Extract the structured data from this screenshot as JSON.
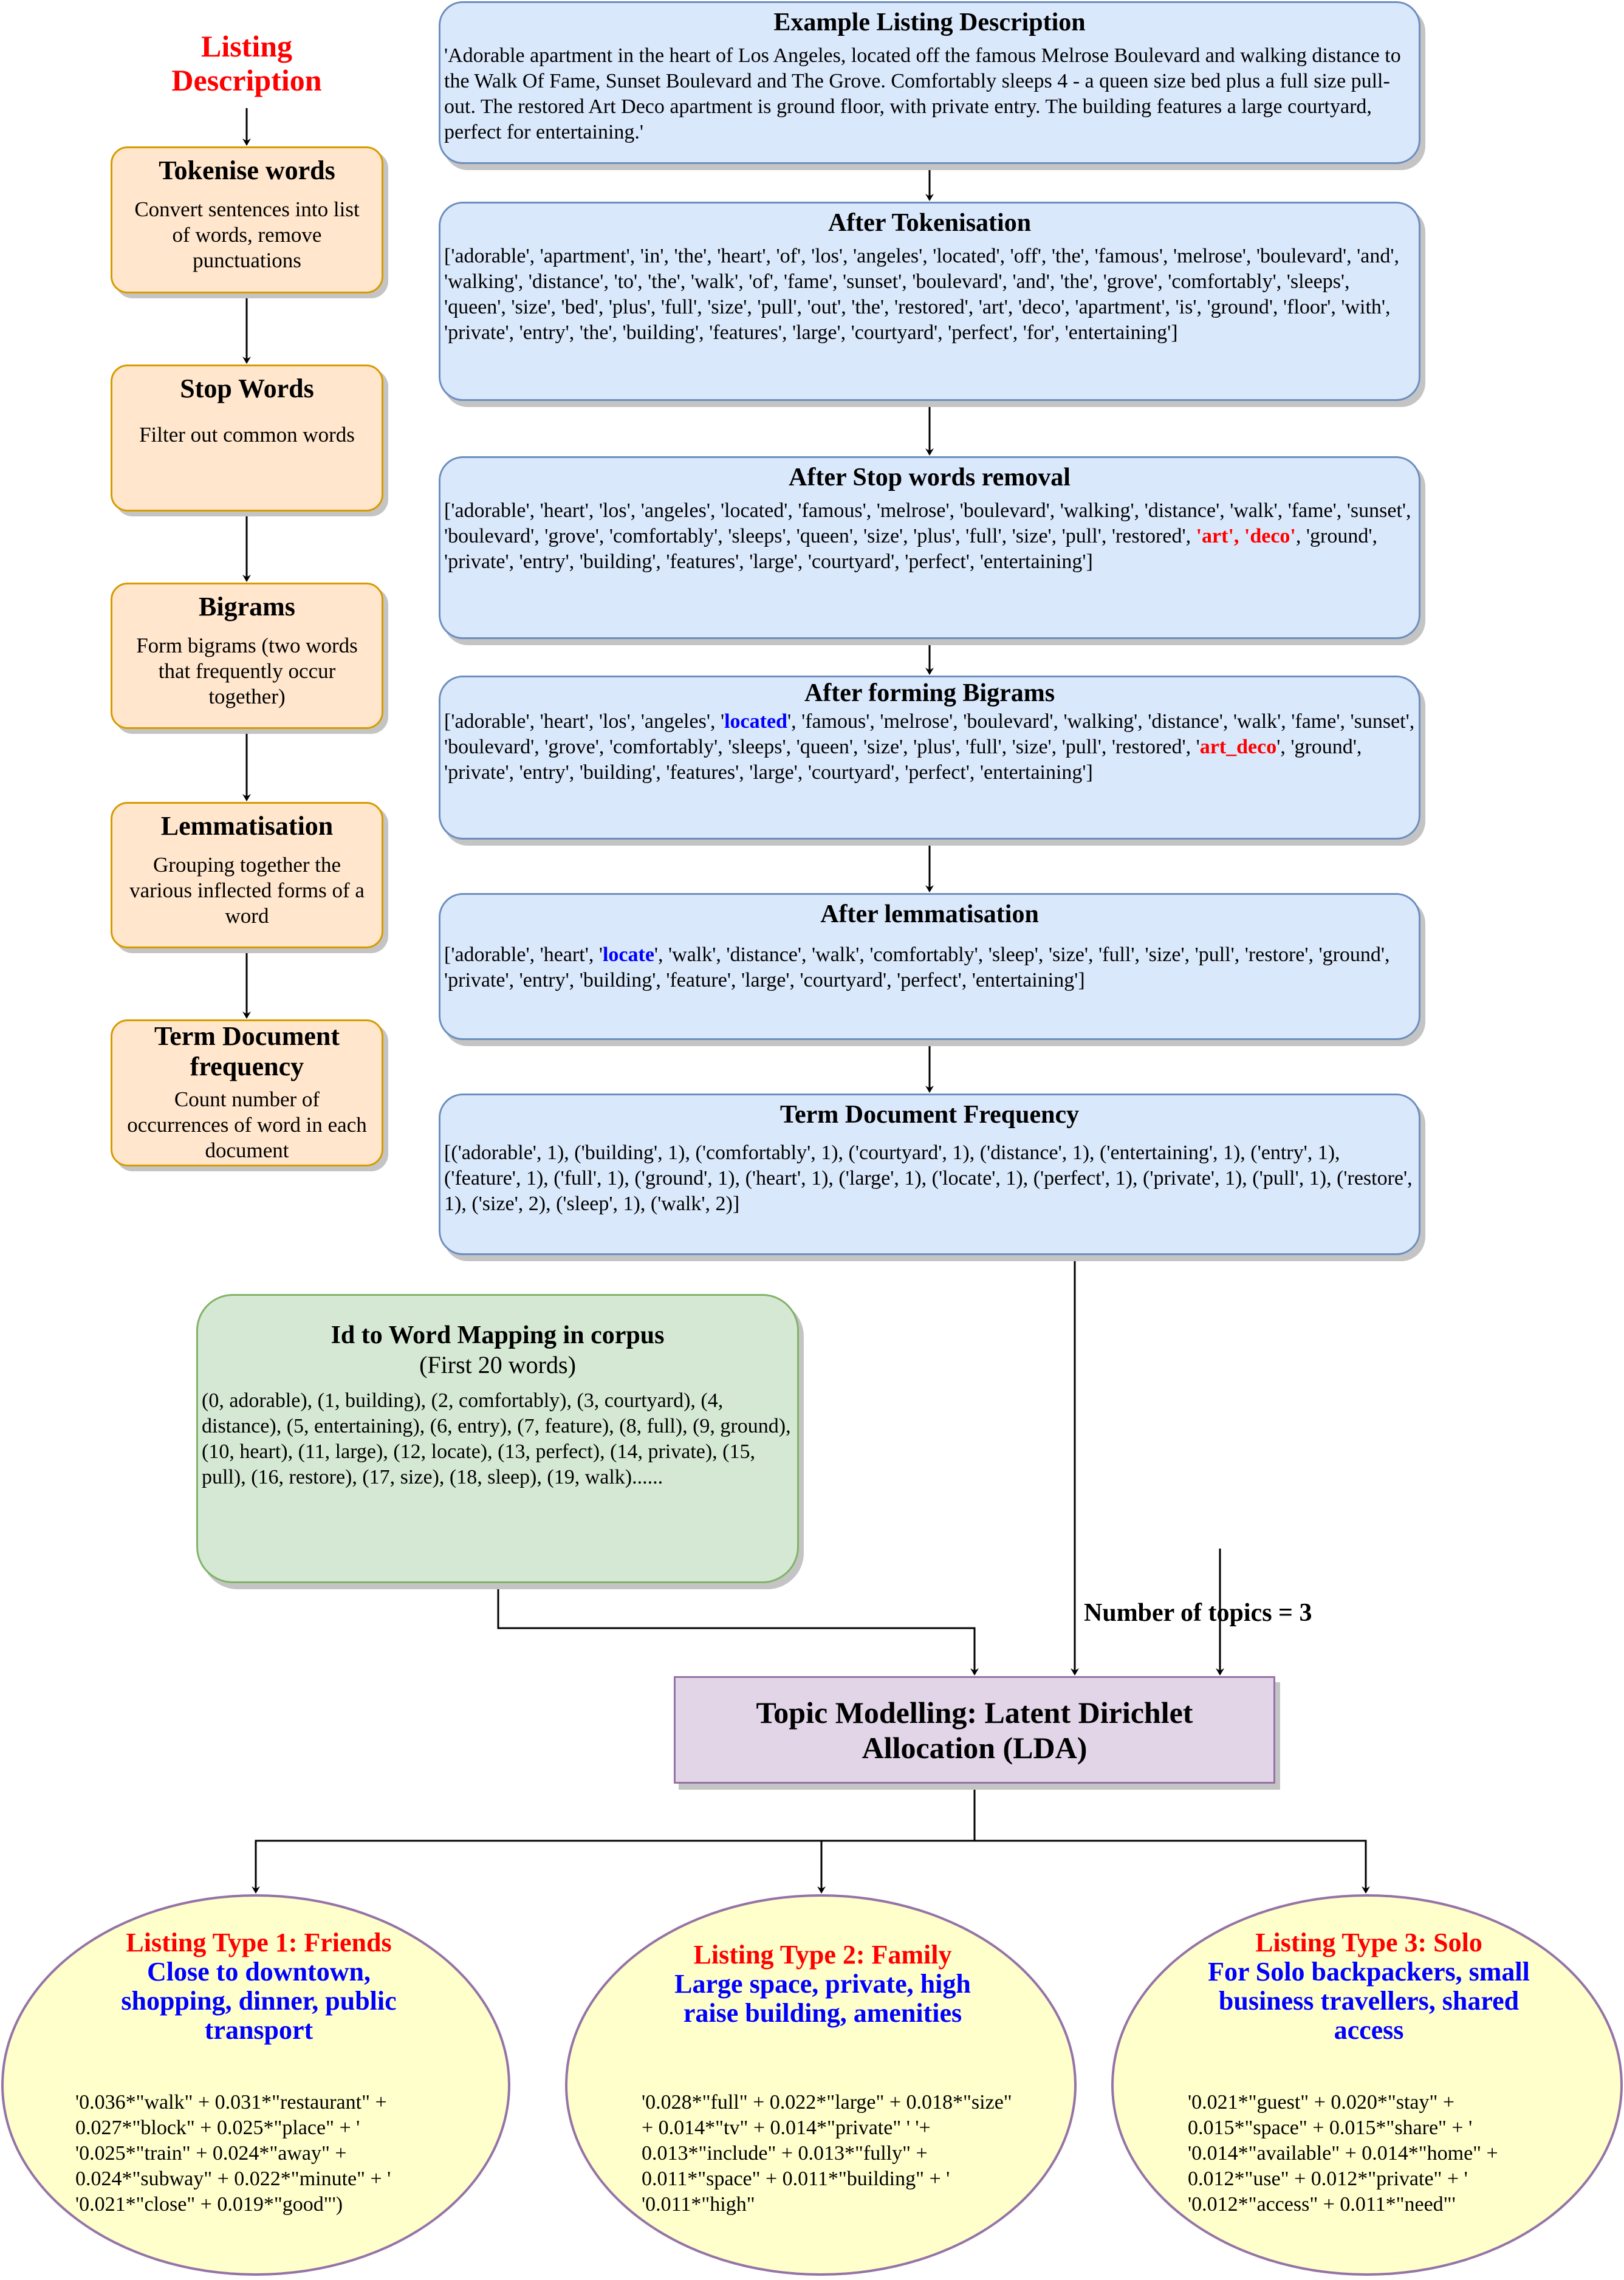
{
  "pipeline_title": "Listing Description",
  "steps": [
    {
      "title": "Tokenise words",
      "desc": "Convert sentences into list of words, remove punctuations"
    },
    {
      "title": "Stop Words",
      "desc": "Filter out common words"
    },
    {
      "title": "Bigrams",
      "desc": "Form bigrams (two words that frequently occur together)"
    },
    {
      "title": "Lemmatisation",
      "desc": "Grouping together the various inflected forms of a word"
    },
    {
      "title": "Term Document frequency",
      "desc": "Count number of occurrences of word in each document"
    }
  ],
  "example": {
    "title": "Example Listing Description",
    "text": "'Adorable apartment in the heart of Los Angeles, located off the famous Melrose Boulevard and walking distance to the Walk Of Fame, Sunset Boulevard and The Grove.  Comfortably sleeps 4 - a queen size bed plus a full size pull-out. The restored Art Deco apartment is ground floor, with private entry. The building features a large courtyard, perfect for entertaining.'"
  },
  "tokenisation": {
    "title": "After Tokenisation",
    "text": "['adorable', 'apartment', 'in', 'the', 'heart', 'of', 'los', 'angeles', 'located', 'off', 'the', 'famous', 'melrose', 'boulevard', 'and', 'walking', 'distance', 'to', 'the', 'walk', 'of', 'fame', 'sunset', 'boulevard', 'and', 'the', 'grove', 'comfortably', 'sleeps', 'queen', 'size', 'bed', 'plus', 'full', 'size', 'pull', 'out', 'the', 'restored', 'art', 'deco', 'apartment', 'is', 'ground', 'floor', 'with', 'private', 'entry', 'the', 'building', 'features', 'large', 'courtyard', 'perfect', 'for', 'entertaining']"
  },
  "stopwords": {
    "title": "After Stop words removal",
    "text_before": "['adorable', 'heart', 'los', 'angeles', 'located', 'famous', 'melrose', 'boulevard', 'walking', 'distance', 'walk', 'fame', 'sunset', 'boulevard', 'grove', 'comfortably', 'sleeps', 'queen', 'size', 'plus', 'full', 'size', 'pull', 'restored', ",
    "highlight": "'art', 'deco'",
    "text_after": ", 'ground', 'private', 'entry', 'building', 'features', 'large', 'courtyard', 'perfect', 'entertaining']"
  },
  "bigrams": {
    "title": "After forming Bigrams",
    "text_1": "['adorable', 'heart', 'los', 'angeles', '",
    "highlight_blue": "located",
    "text_2": "', 'famous', 'melrose', 'boulevard', 'walking', 'distance', 'walk', 'fame', 'sunset', 'boulevard', 'grove', 'comfortably', 'sleeps', 'queen', 'size', 'plus', 'full', 'size', 'pull', 'restored', '",
    "highlight_red": "art_deco",
    "text_3": "', 'ground', 'private', 'entry', 'building', 'features', 'large', 'courtyard', 'perfect', 'entertaining']"
  },
  "lemmatisation": {
    "title": "After lemmatisation",
    "text_1": "['adorable', 'heart', '",
    "highlight_blue": "locate",
    "text_2": "', 'walk', 'distance', 'walk', 'comfortably', 'sleep', 'size', 'full', 'size', 'pull', 'restore', 'ground', 'private', 'entry', 'building', 'feature', 'large', 'courtyard', 'perfect', 'entertaining']"
  },
  "tdf": {
    "title": "Term Document Frequency",
    "text": "[('adorable', 1), ('building', 1), ('comfortably', 1), ('courtyard', 1), ('distance', 1), ('entertaining', 1), ('entry', 1), ('feature', 1), ('full', 1), ('ground', 1), ('heart', 1), ('large', 1), ('locate', 1), ('perfect', 1), ('private', 1), ('pull', 1), ('restore', 1), ('size', 2), ('sleep', 1), ('walk', 2)]"
  },
  "id_map": {
    "title": "Id to Word Mapping in corpus",
    "subtitle": "(First 20 words)",
    "text": "(0, adorable), (1, building), (2, comfortably), (3, courtyard), (4, distance), (5, entertaining), (6, entry), (7, feature), (8, full), (9, ground), (10, heart), (11, large), (12, locate), (13, perfect), (14, private), (15, pull), (16, restore), (17, size), (18, sleep), (19, walk)......"
  },
  "num_topics_label": "Number of topics = 3",
  "lda": {
    "title": "Topic Modelling: Latent Dirichlet Allocation (LDA)"
  },
  "topics": [
    {
      "heading": "Listing Type 1: Friends",
      "summary": "Close to downtown, shopping, dinner, public transport",
      "formula": "'0.036*\"walk\" + 0.031*\"restaurant\" + 0.027*\"block\" + 0.025*\"place\" + ' '0.025*\"train\" + 0.024*\"away\" + 0.024*\"subway\" + 0.022*\"minute\" + ' '0.021*\"close\" + 0.019*\"good\"')"
    },
    {
      "heading": "Listing Type 2: Family",
      "summary": "Large space, private, high raise building, amenities",
      "formula": "'0.028*\"full\" + 0.022*\"large\" + 0.018*\"size\" + 0.014*\"tv\" + 0.014*\"private\" '  '+ 0.013*\"include\" + 0.013*\"fully\" + 0.011*\"space\" + 0.011*\"building\" + '  '0.011*\"high\""
    },
    {
      "heading": "Listing Type 3: Solo",
      "summary": "For Solo backpackers, small business travellers, shared access",
      "formula": "'0.021*\"guest\" + 0.020*\"stay\" + 0.015*\"space\" + 0.015*\"share\" + ' '0.014*\"available\" + 0.014*\"home\" + 0.012*\"use\" + 0.012*\"private\" + ' '0.012*\"access\" + 0.011*\"need\"'"
    }
  ],
  "colors": {
    "highlight_red": "#ff0000",
    "highlight_blue": "#0000ff",
    "step_fill": "#ffe6cc",
    "stage_fill": "#dae8fc",
    "mapping_fill": "#d5e8d4",
    "lda_fill": "#e1d5e7",
    "topic_fill": "#ffffcc"
  }
}
